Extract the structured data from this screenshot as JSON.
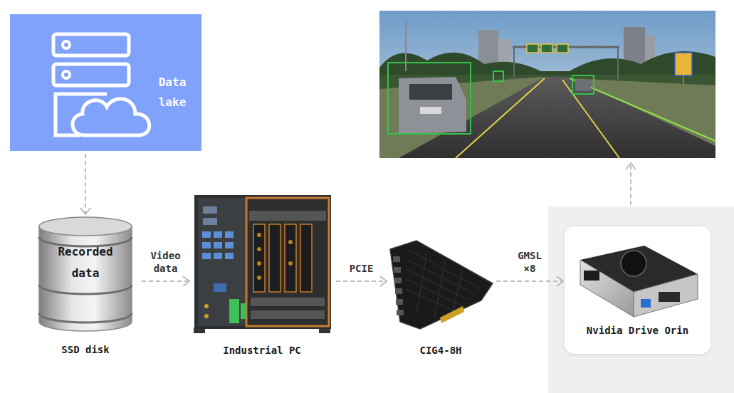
{
  "diagram": {
    "nodes": [
      {
        "text": [
          "Data lake"
        ]
      },
      {
        "text": [
          "Recorded data",
          "SSD disk"
        ]
      },
      {
        "text": [
          "Industrial PC"
        ]
      },
      {
        "text": [
          "CIG4-8H"
        ]
      },
      {
        "text": [
          "Nvidia Drive Orin"
        ]
      }
    ],
    "edges": [
      {
        "from": 0,
        "to": 1,
        "arrow": "to"
      },
      {
        "from": 1,
        "to": 2,
        "label": "Video data",
        "arrow": "to"
      },
      {
        "from": 2,
        "to": 3,
        "label": "PCIE",
        "arrow": "to"
      },
      {
        "from": 3,
        "to": 4,
        "label": "GMSL ×8",
        "arrow": "to"
      }
    ]
  }
}
